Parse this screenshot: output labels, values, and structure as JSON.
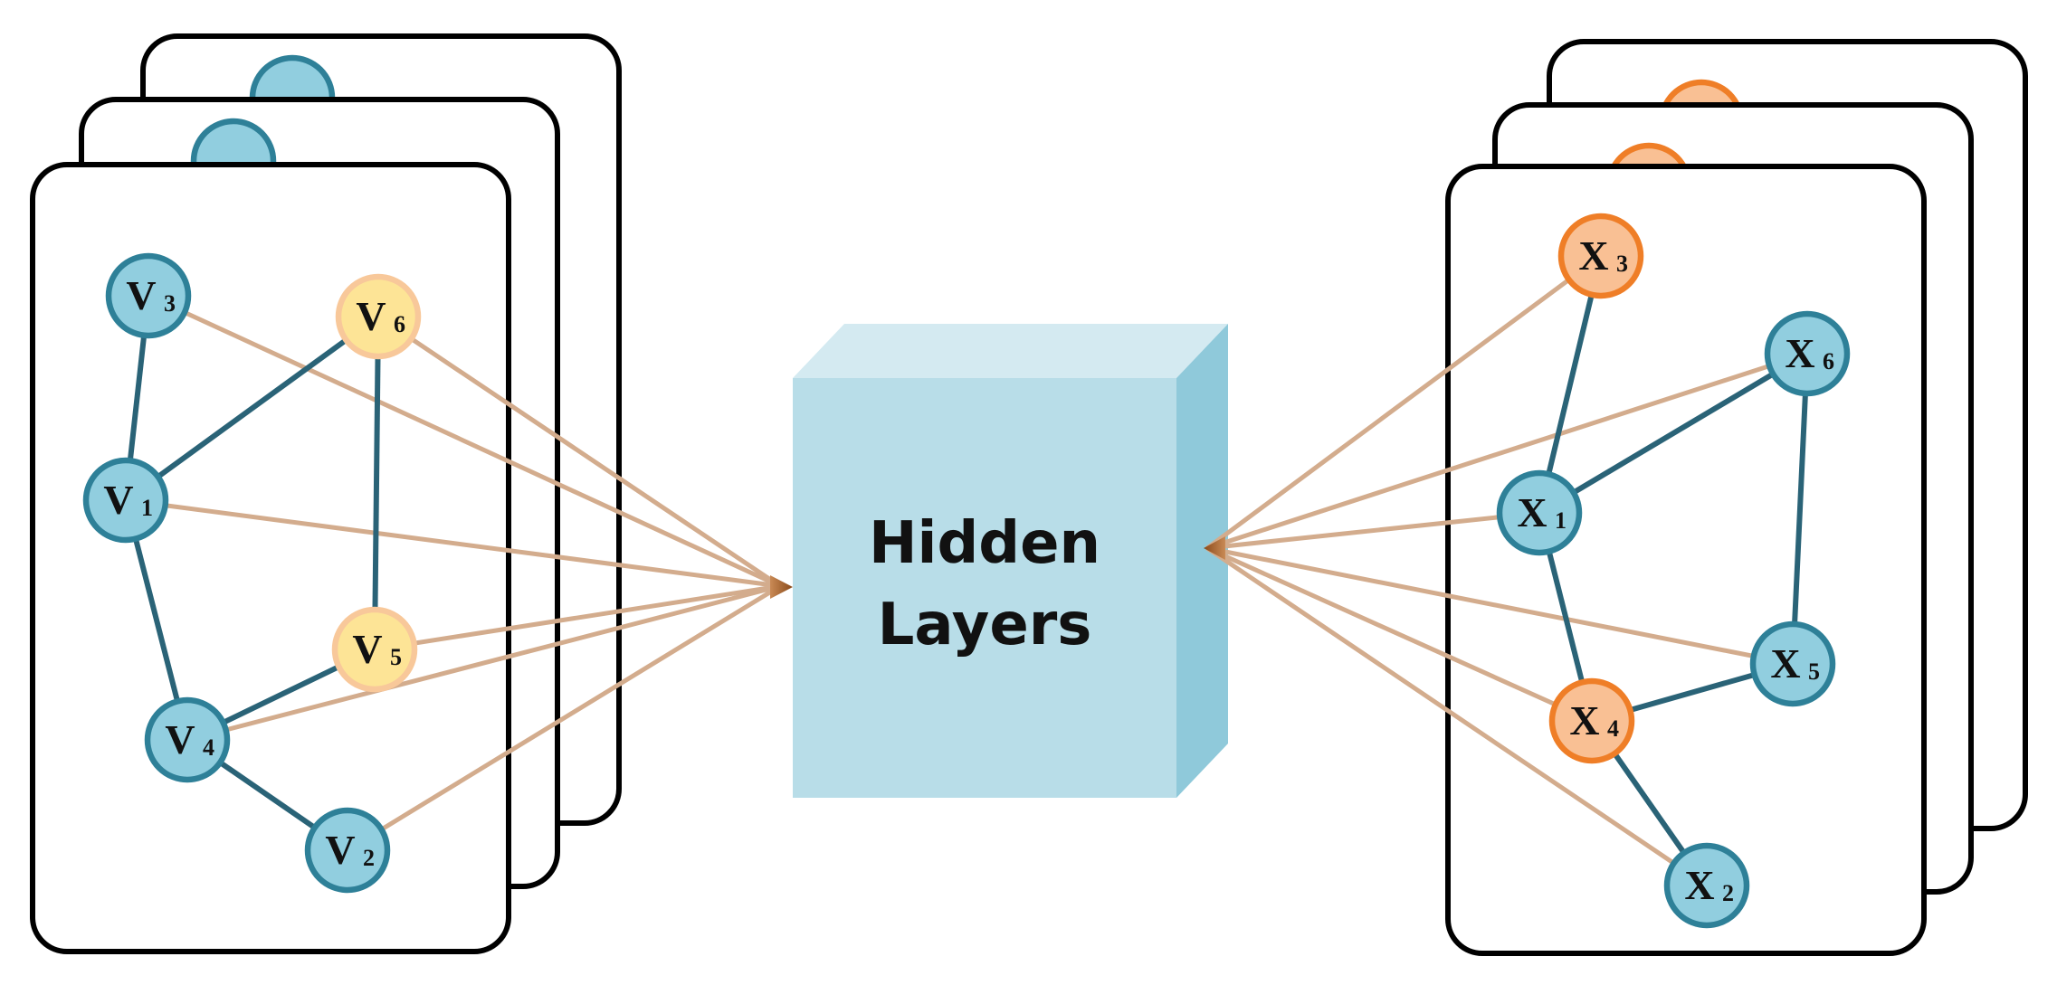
{
  "hidden_layers": {
    "line1": "Hidden",
    "line2": "Layers"
  },
  "colors": {
    "node_blue_fill": "#91cedf",
    "node_blue_stroke": "#2e8098",
    "node_yellow_fill": "#fde496",
    "node_orange_fill": "#f9c094",
    "node_orange_stroke": "#ef7e27",
    "graph_edge": "#2a6377",
    "input_output_link": "#d3ac8d",
    "cube_front": "#b8dde8"
  },
  "input_graph": {
    "nodes": [
      {
        "id": "v3",
        "letter": "V",
        "sub": "3",
        "kind": "blue"
      },
      {
        "id": "v6",
        "letter": "V",
        "sub": "6",
        "kind": "yellow"
      },
      {
        "id": "v1",
        "letter": "V",
        "sub": "1",
        "kind": "blue"
      },
      {
        "id": "v5",
        "letter": "V",
        "sub": "5",
        "kind": "yellow"
      },
      {
        "id": "v4",
        "letter": "V",
        "sub": "4",
        "kind": "blue"
      },
      {
        "id": "v2",
        "letter": "V",
        "sub": "2",
        "kind": "blue"
      }
    ],
    "edges": [
      [
        "v3",
        "v1"
      ],
      [
        "v1",
        "v6"
      ],
      [
        "v6",
        "v5"
      ],
      [
        "v1",
        "v4"
      ],
      [
        "v4",
        "v5"
      ],
      [
        "v4",
        "v2"
      ]
    ]
  },
  "output_graph": {
    "nodes": [
      {
        "id": "x3",
        "letter": "X",
        "sub": "3",
        "kind": "orange"
      },
      {
        "id": "x6",
        "letter": "X",
        "sub": "6",
        "kind": "blue"
      },
      {
        "id": "x1",
        "letter": "X",
        "sub": "1",
        "kind": "blue"
      },
      {
        "id": "x5",
        "letter": "X",
        "sub": "5",
        "kind": "blue"
      },
      {
        "id": "x4",
        "letter": "X",
        "sub": "4",
        "kind": "orange"
      },
      {
        "id": "x2",
        "letter": "X",
        "sub": "2",
        "kind": "blue"
      }
    ],
    "edges": [
      [
        "x3",
        "x1"
      ],
      [
        "x1",
        "x6"
      ],
      [
        "x6",
        "x5"
      ],
      [
        "x1",
        "x4"
      ],
      [
        "x4",
        "x5"
      ],
      [
        "x4",
        "x2"
      ]
    ]
  }
}
